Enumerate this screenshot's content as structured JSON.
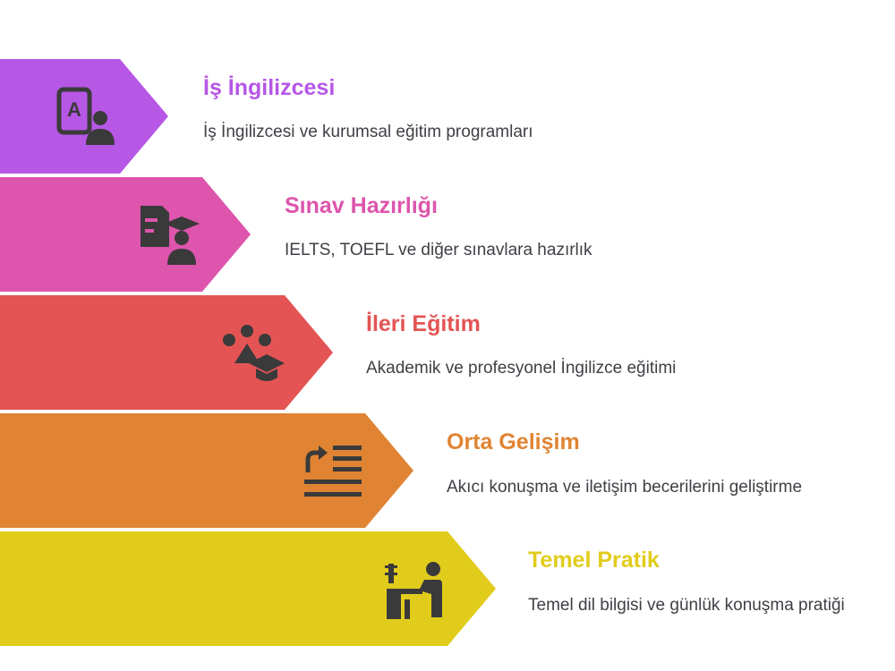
{
  "steps": [
    {
      "title": "İş İngilizcesi",
      "desc": "İş İngilizcesi ve kurumsal eğitim programları",
      "color": "#b657e6",
      "icon": "language-person-icon"
    },
    {
      "title": "Sınav Hazırlığı",
      "desc": "IELTS, TOEFL ve diğer sınavlara hazırlık",
      "color": "#dd55ac",
      "icon": "exam-graduate-icon"
    },
    {
      "title": "İleri Eğitim",
      "desc": "Akademik ve profesyonel İngilizce eğitimi",
      "color": "#e45454",
      "icon": "group-graduation-icon"
    },
    {
      "title": "Orta Gelişim",
      "desc": "Akıcı konuşma ve iletişim becerilerini geliştirme",
      "color": "#e08433",
      "icon": "indent-list-icon"
    },
    {
      "title": "Temel Pratik",
      "desc": "Temel dil bilgisi ve günlük konuşma pratiği",
      "color": "#e1cc1c",
      "icon": "student-desk-icon"
    }
  ]
}
